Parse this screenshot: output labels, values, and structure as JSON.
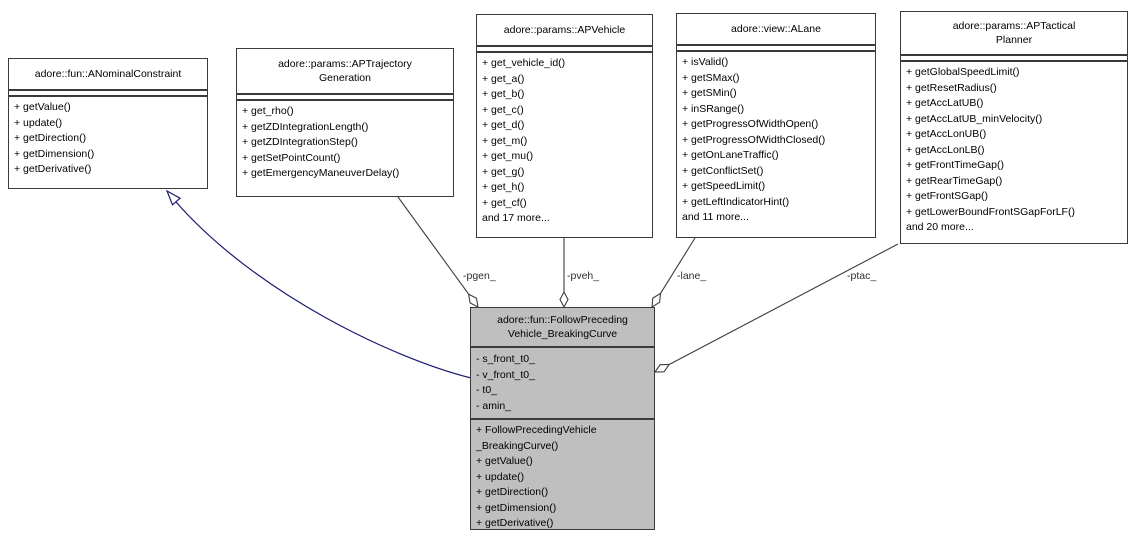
{
  "diagram_type": "uml-collaboration-diagram",
  "colors": {
    "background": "#ffffff",
    "node_fill": "#ffffff",
    "focus_node_fill": "#bfbfbf",
    "node_border": "#3a3a3a",
    "aggregation_edge": "#3d3d3d",
    "inheritance_edge": "#191970",
    "text": "#000000",
    "edge_label_text": "#2e2e2e"
  },
  "nodes": [
    {
      "id": "anominal-constraint",
      "title_lines": [
        "adore::fun::ANominalConstraint"
      ],
      "attr_lines": [],
      "method_lines": [
        "+ getValue()",
        "+ update()",
        "+ getDirection()",
        "+ getDimension()",
        "+ getDerivative()"
      ]
    },
    {
      "id": "aptrajectory-generation",
      "title_lines": [
        "adore::params::APTrajectory",
        "Generation"
      ],
      "attr_lines": [],
      "method_lines": [
        "+ get_rho()",
        "+ getZDIntegrationLength()",
        "+ getZDIntegrationStep()",
        "+ getSetPointCount()",
        "+ getEmergencyManeuverDelay()"
      ]
    },
    {
      "id": "apvehicle",
      "title_lines": [
        "adore::params::APVehicle"
      ],
      "attr_lines": [],
      "method_lines": [
        "+ get_vehicle_id()",
        "+ get_a()",
        "+ get_b()",
        "+ get_c()",
        "+ get_d()",
        "+ get_m()",
        "+ get_mu()",
        "+ get_g()",
        "+ get_h()",
        "+ get_cf()",
        "and 17 more..."
      ]
    },
    {
      "id": "alane",
      "title_lines": [
        "adore::view::ALane"
      ],
      "attr_lines": [],
      "method_lines": [
        "+ isValid()",
        "+ getSMax()",
        "+ getSMin()",
        "+ inSRange()",
        "+ getProgressOfWidthOpen()",
        "+ getProgressOfWidthClosed()",
        "+ getOnLaneTraffic()",
        "+ getConflictSet()",
        "+ getSpeedLimit()",
        "+ getLeftIndicatorHint()",
        "and 11 more..."
      ]
    },
    {
      "id": "aptactical-planner",
      "title_lines": [
        "adore::params::APTactical",
        "Planner"
      ],
      "attr_lines": [],
      "method_lines": [
        "+ getGlobalSpeedLimit()",
        "+ getResetRadius()",
        "+ getAccLatUB()",
        "+ getAccLatUB_minVelocity()",
        "+ getAccLonUB()",
        "+ getAccLonLB()",
        "+ getFrontTimeGap()",
        "+ getRearTimeGap()",
        "+ getFrontSGap()",
        "+ getLowerBoundFrontSGapForLF()",
        "and 20 more..."
      ]
    },
    {
      "id": "follow-preceding-vehicle-breakingcurve",
      "title_lines": [
        "adore::fun::FollowPreceding",
        "Vehicle_BreakingCurve"
      ],
      "attr_lines": [
        "- s_front_t0_",
        "- v_front_t0_",
        "- t0_",
        "- amin_"
      ],
      "method_lines": [
        "+ FollowPrecedingVehicle",
        "_BreakingCurve()",
        "+ getValue()",
        "+ update()",
        "+ getDirection()",
        "+ getDimension()",
        "+ getDerivative()"
      ]
    }
  ],
  "edge_labels": [
    {
      "id": "pgen",
      "text": "-pgen_"
    },
    {
      "id": "pveh",
      "text": "-pveh_"
    },
    {
      "id": "lane",
      "text": "-lane_"
    },
    {
      "id": "ptac",
      "text": "-ptac_"
    }
  ]
}
